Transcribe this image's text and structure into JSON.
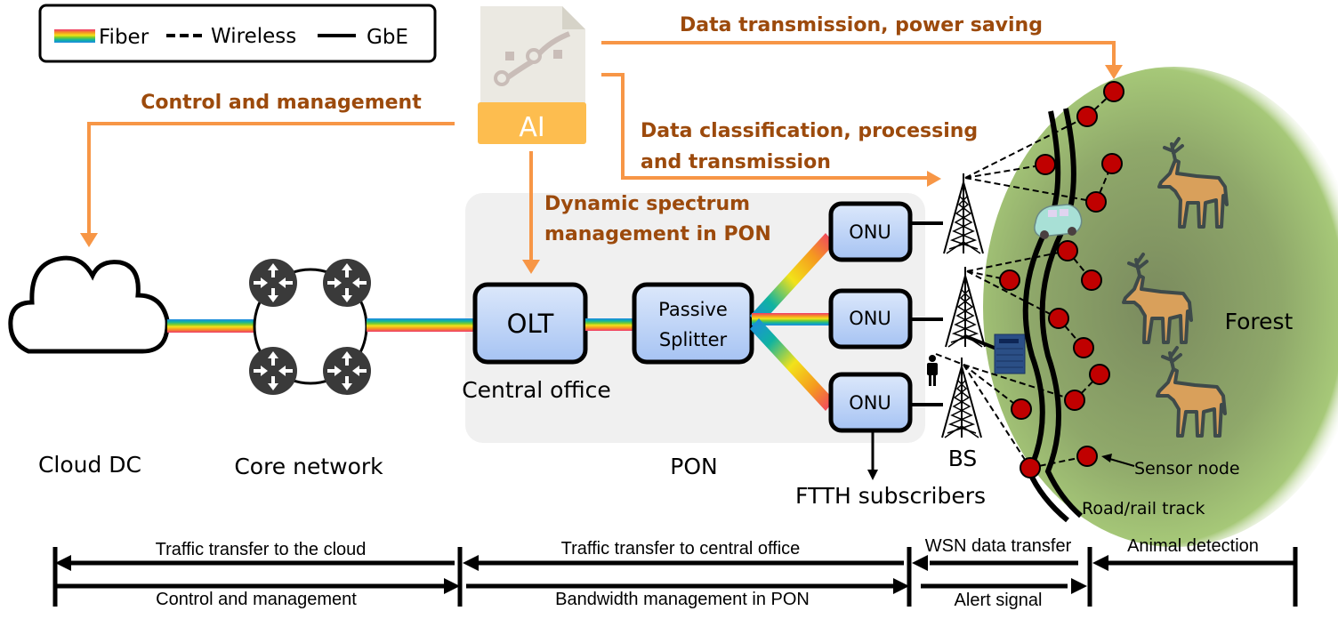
{
  "legend": {
    "fiber": "Fiber",
    "wireless": "Wireless",
    "gbe": "GbE"
  },
  "ai": {
    "label": "AI",
    "icon": "ai-file-icon"
  },
  "annotations": {
    "control_management": "Control and management",
    "data_tx_power": "Data transmission, power saving",
    "data_class_line1": "Data classification, processing",
    "data_class_line2": "and transmission",
    "dsm_line1": "Dynamic spectrum",
    "dsm_line2": "management in PON"
  },
  "nodes": {
    "cloud": "Cloud DC",
    "core": "Core network",
    "olt": "OLT",
    "central_office": "Central office",
    "splitter_line1": "Passive",
    "splitter_line2": "Splitter",
    "onu": [
      "ONU",
      "ONU",
      "ONU"
    ],
    "pon": "PON",
    "ftth": "FTTH subscribers",
    "bs": "BS",
    "forest": "Forest",
    "sensor_node": "Sensor node",
    "road_rail": "Road/rail track"
  },
  "flows": [
    {
      "segment": "cloud-core",
      "top": "Traffic transfer to the cloud",
      "bottom": "Control and management"
    },
    {
      "segment": "pon",
      "top": "Traffic transfer to central office",
      "bottom": "Bandwidth management in PON"
    },
    {
      "segment": "bs",
      "top": "WSN data transfer",
      "bottom": "Alert signal"
    },
    {
      "segment": "forest",
      "top": "Animal detection",
      "bottom": ""
    }
  ],
  "colors": {
    "orange_arrow": "#f79646",
    "orange_text": "#9c4a0c",
    "box_fill_top": "#dce8fb",
    "box_fill_bottom": "#a9c6f5",
    "sensor_red": "#c00000",
    "forest_green": "#93b36a",
    "pon_bg": "#f0f0f0",
    "ai_yellow": "#fdbd4f",
    "ai_paper": "#ebe9e2"
  }
}
